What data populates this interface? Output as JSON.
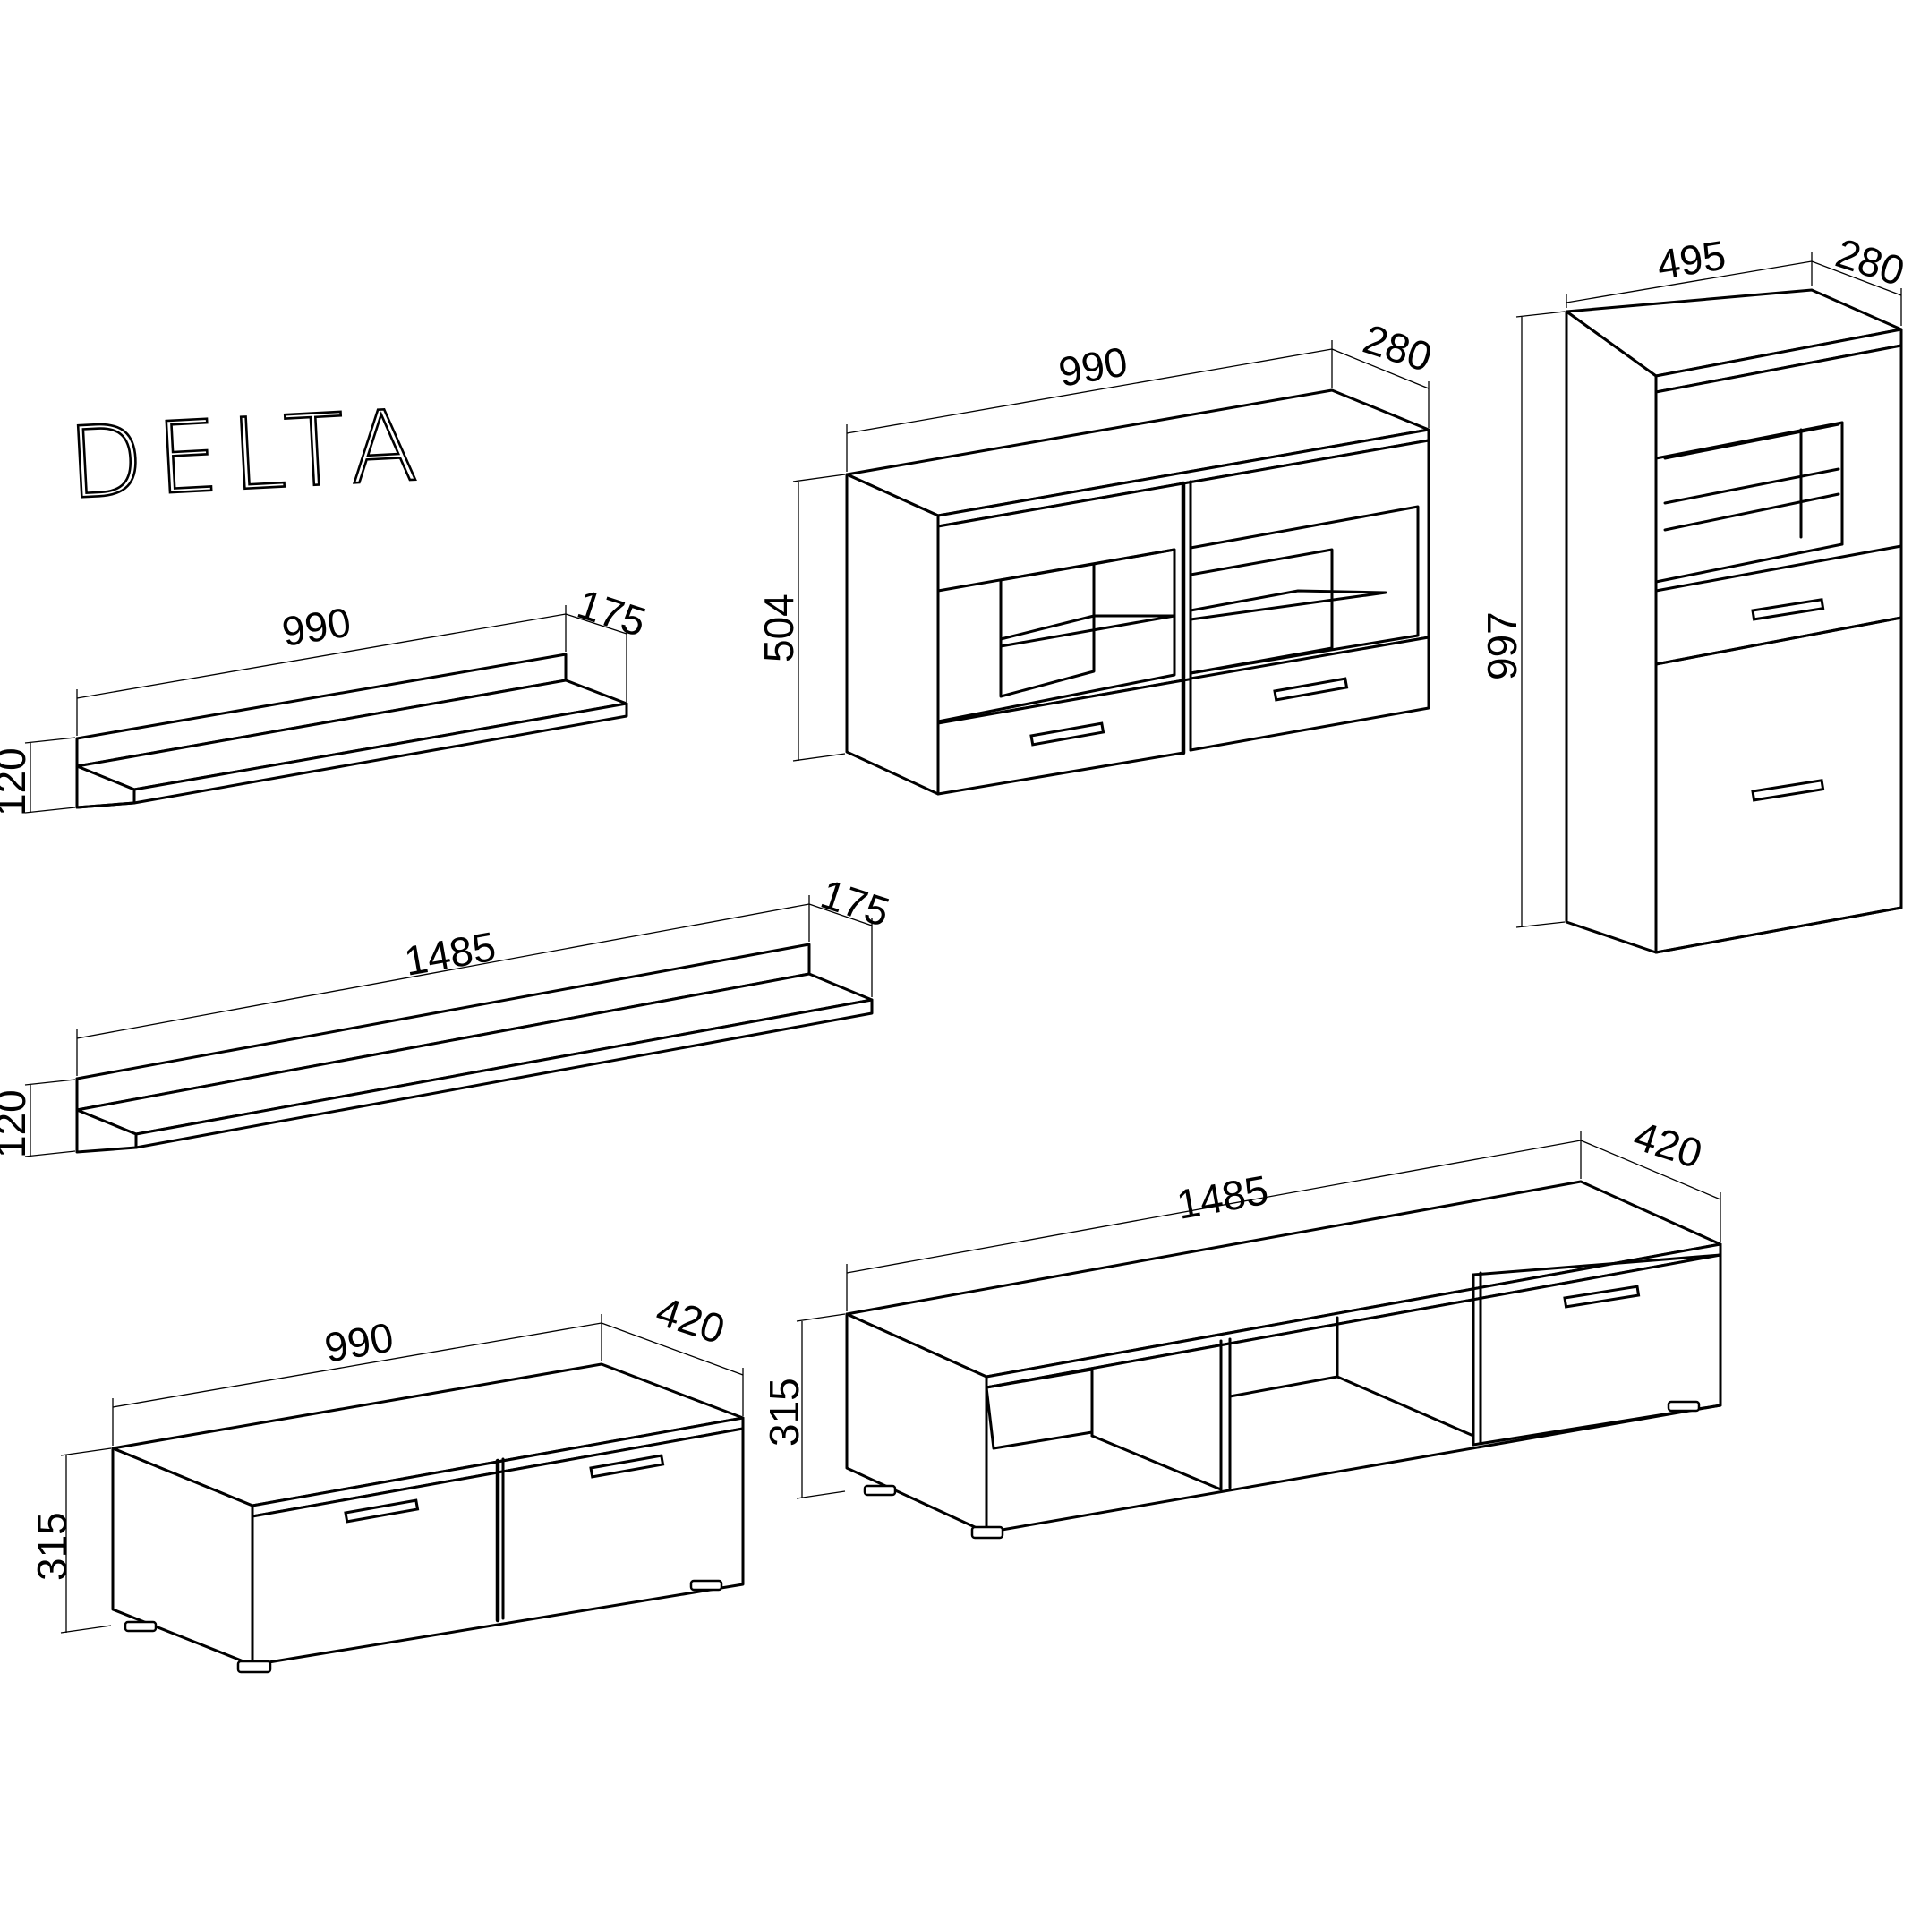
{
  "title": "DELTA",
  "dims": {
    "shelf_small_width": "990",
    "shelf_small_depth": "175",
    "shelf_small_height": "120",
    "shelf_large_width": "1485",
    "shelf_large_depth": "175",
    "shelf_large_height": "120",
    "wall_cabinet_width": "990",
    "wall_cabinet_depth": "280",
    "wall_cabinet_height": "504",
    "tall_cabinet_width": "495",
    "tall_cabinet_depth": "280",
    "tall_cabinet_height": "997",
    "tv_small_width": "990",
    "tv_small_depth": "420",
    "tv_small_height": "315",
    "tv_large_width": "1485",
    "tv_large_depth": "420",
    "tv_large_height": "315"
  }
}
